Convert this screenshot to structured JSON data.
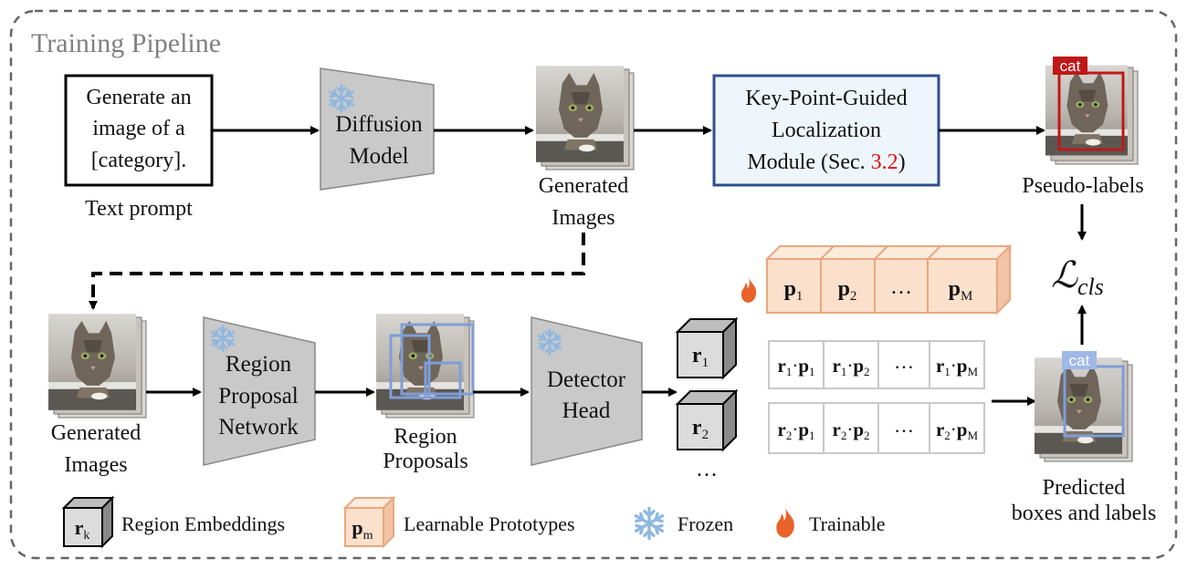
{
  "title": "Training Pipeline",
  "top_row": {
    "prompt_lines": [
      "Generate an",
      "image of a",
      "[category]."
    ],
    "prompt_caption": "Text prompt",
    "diffusion_lines": [
      "Diffusion",
      "Model"
    ],
    "generated_lines": [
      "Generated",
      "Images"
    ],
    "kpg_lines": [
      "Key-Point-Guided",
      "Localization"
    ],
    "kpg_line3_prefix": "Module (Sec. ",
    "kpg_ref": "3.2",
    "kpg_line3_suffix": ")",
    "pseudo_label_tag": "cat",
    "pseudo_caption": "Pseudo-labels"
  },
  "bottom_row": {
    "generated_lines": [
      "Generated",
      "Images"
    ],
    "rpn_lines": [
      "Region",
      "Proposal",
      "Network"
    ],
    "proposals_lines": [
      "Region",
      "Proposals"
    ],
    "head_lines": [
      "Detector",
      "Head"
    ],
    "r1": "r",
    "r1_sub": "1",
    "r2": "r",
    "r2_sub": "2",
    "more_dots": "…",
    "prototypes": [
      {
        "main": "p",
        "sub": "1"
      },
      {
        "main": "p",
        "sub": "2"
      },
      {
        "main": "…",
        "sub": ""
      },
      {
        "main": "p",
        "sub": "M"
      }
    ],
    "score_row1": [
      {
        "r": "r",
        "rs": "1",
        "p": "p",
        "ps": "1"
      },
      {
        "r": "r",
        "rs": "1",
        "p": "p",
        "ps": "2"
      },
      {
        "ellipsis": "…"
      },
      {
        "r": "r",
        "rs": "1",
        "p": "p",
        "ps": "M"
      }
    ],
    "score_row2": [
      {
        "r": "r",
        "rs": "2",
        "p": "p",
        "ps": "1"
      },
      {
        "r": "r",
        "rs": "2",
        "p": "p",
        "ps": "2"
      },
      {
        "ellipsis": "…"
      },
      {
        "r": "r",
        "rs": "2",
        "p": "p",
        "ps": "M"
      }
    ],
    "loss_script": "ℒ",
    "loss_sub": "cls",
    "predicted_tag": "cat",
    "predicted_lines": [
      "Predicted",
      "boxes and labels"
    ]
  },
  "legend": {
    "region_symbol": "r",
    "region_symbol_sub": "k",
    "region_label": "Region Embeddings",
    "proto_symbol": "p",
    "proto_symbol_sub": "m",
    "proto_label": "Learnable Prototypes",
    "frozen_label": "Frozen",
    "trainable_label": "Trainable"
  },
  "colors": {
    "frozen_snowflake": "#8fb8e0",
    "flame": "#e8622a",
    "kpg_border": "#2f4f8f",
    "kpg_fill": "#eef5fb",
    "prototype_fill": "#fbe0cc",
    "prototype_border": "#e9a77f",
    "pseudo_box": "#c01818",
    "proposal_box": "#7f9ed8",
    "reference_red": "#e01010"
  }
}
